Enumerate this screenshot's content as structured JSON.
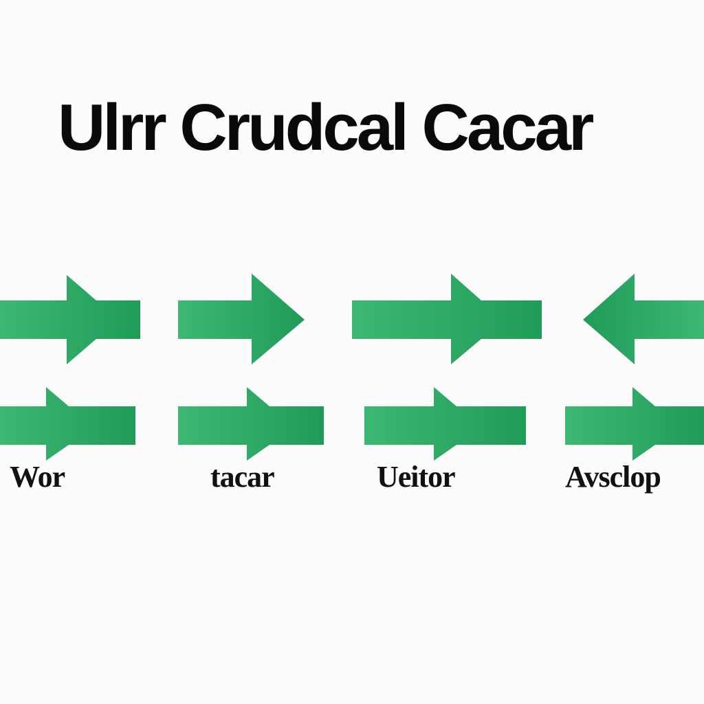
{
  "title": "Ulrr Crudcal Cacar",
  "colors": {
    "arrow_light": "#3db873",
    "arrow_dark": "#1f9c58",
    "text": "#0a0a0a",
    "background": "#fcfcfc"
  },
  "arrow_rows": [
    {
      "row": "top",
      "directions": [
        "right",
        "right",
        "right",
        "left"
      ]
    },
    {
      "row": "bottom",
      "directions": [
        "right",
        "right",
        "right",
        "right"
      ]
    }
  ],
  "labels": [
    "Wor",
    "tacar",
    "Ueitor",
    "Avsclop"
  ]
}
